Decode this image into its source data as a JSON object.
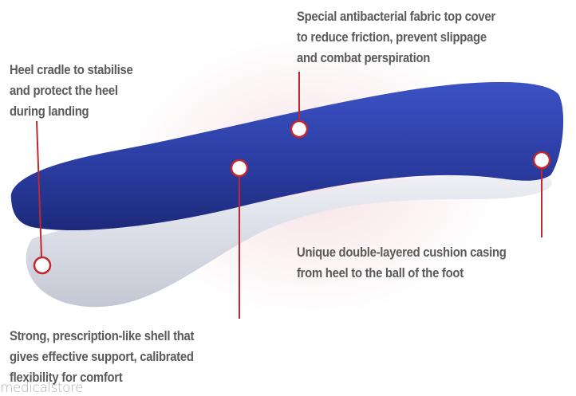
{
  "callouts": {
    "top_cover": [
      "Special antibacterial fabric top cover",
      "to reduce friction, prevent slippage",
      "and combat perspiration"
    ],
    "heel_cradle": [
      "Heel cradle to stabilise",
      "and protect the heel",
      "during landing"
    ],
    "cushion": [
      "Unique double-layered cushion casing",
      "from heel to the ball of the foot"
    ],
    "shell": [
      "Strong, prescription-like shell that",
      "gives effective support, calibrated",
      "flexibility for comfort"
    ]
  },
  "watermark": "medicalstore",
  "colors": {
    "insole_top": "#2d3fa6",
    "insole_base": "#d6d9e2",
    "callout_line": "#c0282d",
    "text": "#5a5a5a"
  }
}
